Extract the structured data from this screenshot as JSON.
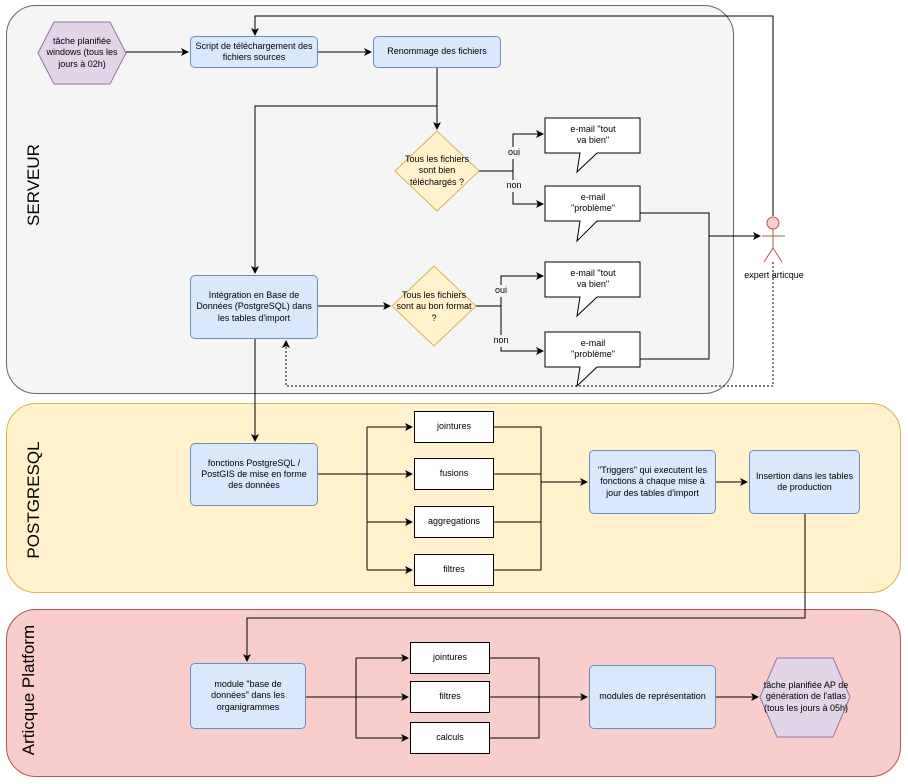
{
  "lanes": {
    "serveur": "SERVEUR",
    "postgresql": "POSTGRESQL",
    "platform": "Articque Platform"
  },
  "nodes": {
    "tache_windows": "tâche planifiée windows (tous les jours à 02h)",
    "script": "Script de téléchargement des fichiers sources",
    "renommage": "Renommage des fichiers",
    "decision_telecharges": "Tous les fichiers sont bien téléchargés ?",
    "integration": "Intégration en Base de Données (PostgreSQL) dans les tables d'import",
    "decision_format": "Tous les fichiers sont au bon format ?",
    "email_ok_1": "e-mail \"tout va bien\"",
    "email_pb_1": "e-mail \"problème\"",
    "email_ok_2": "e-mail \"tout va bien\"",
    "email_pb_2": "e-mail \"problème\"",
    "actor": "expert articque",
    "fonctions": "fonctions PostgreSQL / PostGIS de mise en forme des données",
    "jointures_pg": "jointures",
    "fusions_pg": "fusions",
    "aggregations_pg": "aggregations",
    "filtres_pg": "filtres",
    "triggers": "\"Triggers\" qui executent les fonctions à chaque mise à jour des tables d'import",
    "insertion": "Insertion dans les tables de production",
    "module_bdd": "module \"base de données\" dans les organigrammes",
    "jointures_ap": "jointures",
    "filtres_ap": "filtres",
    "calculs_ap": "calculs",
    "modules_repr": "modules de représentation",
    "tache_ap": "tâche planifiée AP de génération de l'atlas (tous les jours à 05h)"
  },
  "edge_labels": {
    "oui_1": "oui",
    "non_1": "non",
    "oui_2": "oui",
    "non_2": "non"
  },
  "colors": {
    "serveur_fill": "#f5f5f5",
    "serveur_stroke": "#666666",
    "postgresql_fill": "#fff2cc",
    "postgresql_stroke": "#d6b656",
    "platform_fill": "#f8cecc",
    "platform_stroke": "#b85450",
    "process_fill": "#dae8fc",
    "process_stroke": "#6c8ebf",
    "decision_fill": "#fff2cc",
    "decision_stroke": "#d6b656",
    "hex_fill": "#e1d5e7",
    "hex_stroke": "#9673a6"
  }
}
